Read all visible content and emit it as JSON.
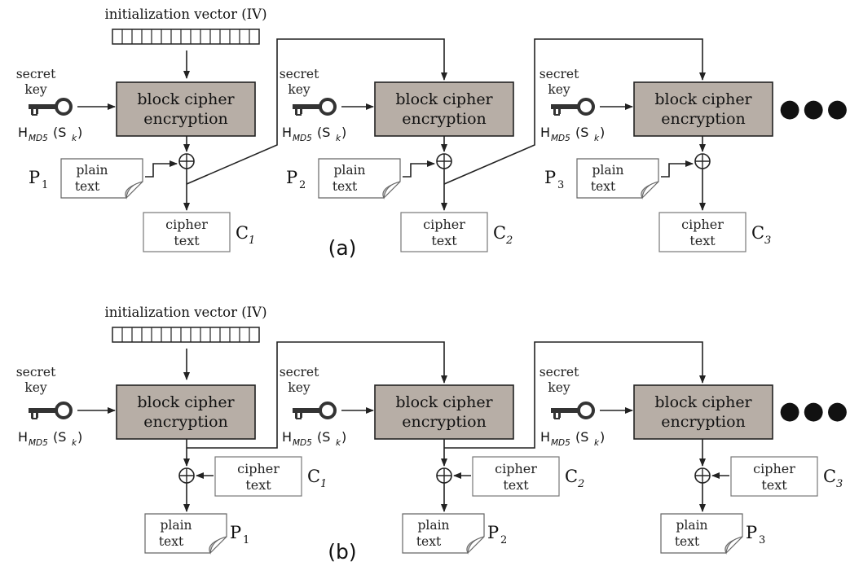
{
  "labels": {
    "iv_label": "initialization vector (IV)",
    "secret_line1": "secret",
    "secret_line2": "key",
    "hash_main": "H",
    "hash_sub": "MD5",
    "hash_arg_open": "(S",
    "hash_arg_sub": "k",
    "hash_arg_close": ")",
    "block_line1": "block cipher",
    "block_line2": "encryption",
    "plain_line1": "plain",
    "plain_line2": "text",
    "cipher_line1": "cipher",
    "cipher_line2": "text",
    "continuation": "●●●●"
  },
  "panels": [
    {
      "id": "a",
      "label": "(a)",
      "stages": [
        {
          "p": "P",
          "p_sub": "1",
          "c": "C",
          "c_sub": "1"
        },
        {
          "p": "P",
          "p_sub": "2",
          "c": "C",
          "c_sub": "2"
        },
        {
          "p": "P",
          "p_sub": "3",
          "c": "C",
          "c_sub": "3"
        }
      ]
    },
    {
      "id": "b",
      "label": "(b)",
      "stages": [
        {
          "p": "P",
          "p_sub": "1",
          "c": "C",
          "c_sub": "1"
        },
        {
          "p": "P",
          "p_sub": "2",
          "c": "C",
          "c_sub": "2"
        },
        {
          "p": "P",
          "p_sub": "3",
          "c": "C",
          "c_sub": "3"
        }
      ]
    }
  ],
  "colors": {
    "block_fill": "#b7aea6",
    "stroke": "#222222",
    "doc_fold": "#c9c9c9"
  }
}
